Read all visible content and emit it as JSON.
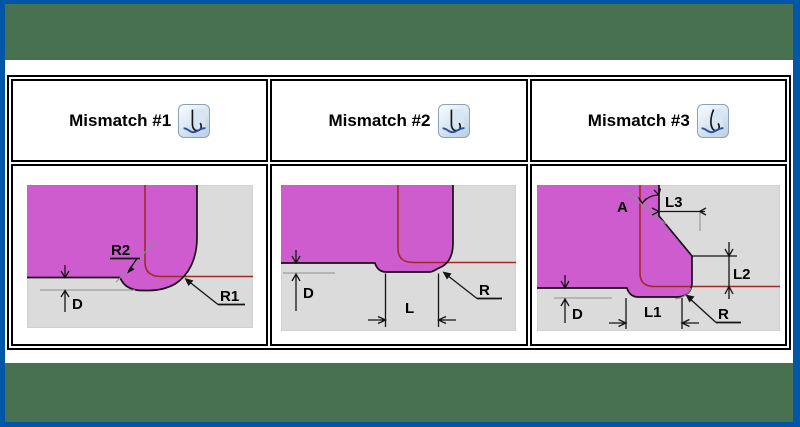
{
  "frame": {
    "border_color": "#0057A7"
  },
  "banners": {
    "top_color": "#477150",
    "bottom_color": "#477150"
  },
  "colors": {
    "magenta": "#CF5CCF",
    "red_line": "#A02A2A",
    "panel_gray": "#DBDBDB",
    "table_border": "#000000",
    "dim_line": "#141414",
    "leader_gray": "#8F8F8F"
  },
  "columns": [
    {
      "title": "Mismatch #1",
      "icon": "mill-tool-icon",
      "labels": {
        "R2": "R2",
        "R1": "R1",
        "D": "D"
      }
    },
    {
      "title": "Mismatch #2",
      "icon": "mill-tool-icon",
      "labels": {
        "D": "D",
        "L": "L",
        "R": "R"
      }
    },
    {
      "title": "Mismatch #3",
      "icon": "mill-tool-icon",
      "labels": {
        "A": "A",
        "L3": "L3",
        "L2": "L2",
        "D": "D",
        "L1": "L1",
        "R": "R"
      }
    }
  ]
}
